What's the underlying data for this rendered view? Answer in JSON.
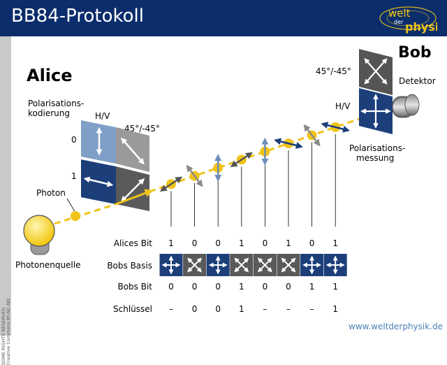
{
  "header": {
    "title": "BB84-Protokoll",
    "logo_top": "welt",
    "logo_mid": "der",
    "logo_bottom": "physik"
  },
  "sidebar": {
    "license_line1": "SOME RIGHTS RESERVED",
    "license_line2": "Creative Commons BY-NC-ND"
  },
  "alice": {
    "name": "Alice",
    "encoding_label_1": "Polarisations-",
    "encoding_label_2": "kodierung",
    "basis_hv": "H/V",
    "basis_diag": "45°/-45°",
    "bit_0": "0",
    "bit_1": "1"
  },
  "source": {
    "photon_label": "Photon",
    "source_label": "Photonenquelle"
  },
  "bob": {
    "name": "Bob",
    "basis_diag": "45°/-45°",
    "basis_hv": "H/V",
    "detector_label": "Detektor",
    "measure_label_1": "Polarisations-",
    "measure_label_2": "messung"
  },
  "table": {
    "row_alice_bits": "Alices Bit",
    "row_bob_basis": "Bobs Basis",
    "row_bob_bits": "Bobs Bit",
    "row_key": "Schlüssel",
    "alice_bits": [
      "1",
      "0",
      "0",
      "1",
      "0",
      "1",
      "0",
      "1"
    ],
    "bob_basis": [
      "+",
      "x",
      "+",
      "x",
      "x",
      "x",
      "+",
      "+"
    ],
    "bob_bits": [
      "0",
      "0",
      "0",
      "1",
      "0",
      "0",
      "1",
      "1"
    ],
    "key": [
      "–",
      "0",
      "0",
      "1",
      "–",
      "–",
      "–",
      "1"
    ]
  },
  "photons": [
    {
      "polarization": "diag-up"
    },
    {
      "polarization": "diag-down"
    },
    {
      "polarization": "vertical"
    },
    {
      "polarization": "diag-up"
    },
    {
      "polarization": "vertical"
    },
    {
      "polarization": "horizontal"
    },
    {
      "polarization": "diag-down"
    },
    {
      "polarization": "horizontal"
    }
  ],
  "footer": {
    "url": "www.weltderphysik.de"
  },
  "colors": {
    "header": "#0c2d6b",
    "beam": "#f0c419",
    "basis_dark": "#1c3f7a",
    "basis_light": "#7f9fc6",
    "gray": "#8a8a8a",
    "photon_blue": "#6d8eb8"
  }
}
